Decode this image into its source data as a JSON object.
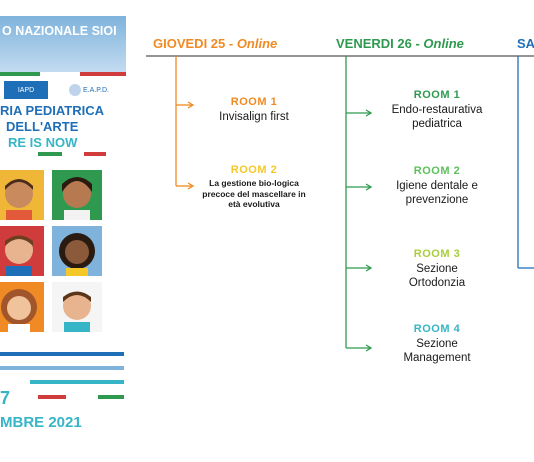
{
  "poster": {
    "banner_title": "O NAZIONALE SIOI",
    "logo_iapd": "IAPD",
    "logo_eapd": "E.A.P.D.",
    "headline_1": "RIA PEDIATRICA",
    "headline_2": "DELL'ARTE",
    "headline_3": "RE IS NOW",
    "date_num": "7",
    "date_month": "MBRE 2021"
  },
  "header_line_color": "#555555",
  "days": [
    {
      "name": "GIOVEDI 25 - ",
      "online": "Online",
      "color": "#f08a24",
      "rooms": [
        {
          "label": "ROOM 1",
          "title": "Invisalign first",
          "label_color": "#f08a24"
        },
        {
          "label": "ROOM 2",
          "title": "La gestione bio-logica precoce del mascellare in età evolutiva",
          "label_color": "#f5c829"
        }
      ]
    },
    {
      "name": "VENERDI 26 - ",
      "online": "Online",
      "color": "#2f9a4f",
      "rooms": [
        {
          "label": "ROOM 1",
          "title": "Endo-restaurativa pediatrica",
          "label_color": "#2f9a4f"
        },
        {
          "label": "ROOM 2",
          "title": "Igiene dentale e prevenzione",
          "label_color": "#5cc15a"
        },
        {
          "label": "ROOM 3",
          "title": "Sezione Ortodonzia",
          "label_color": "#a9cd3c"
        },
        {
          "label": "ROOM 4",
          "title": "Sezione Management",
          "label_color": "#35b5c6"
        }
      ]
    },
    {
      "name": "SA",
      "online": "",
      "color": "#1f6fb8",
      "rooms": []
    }
  ]
}
